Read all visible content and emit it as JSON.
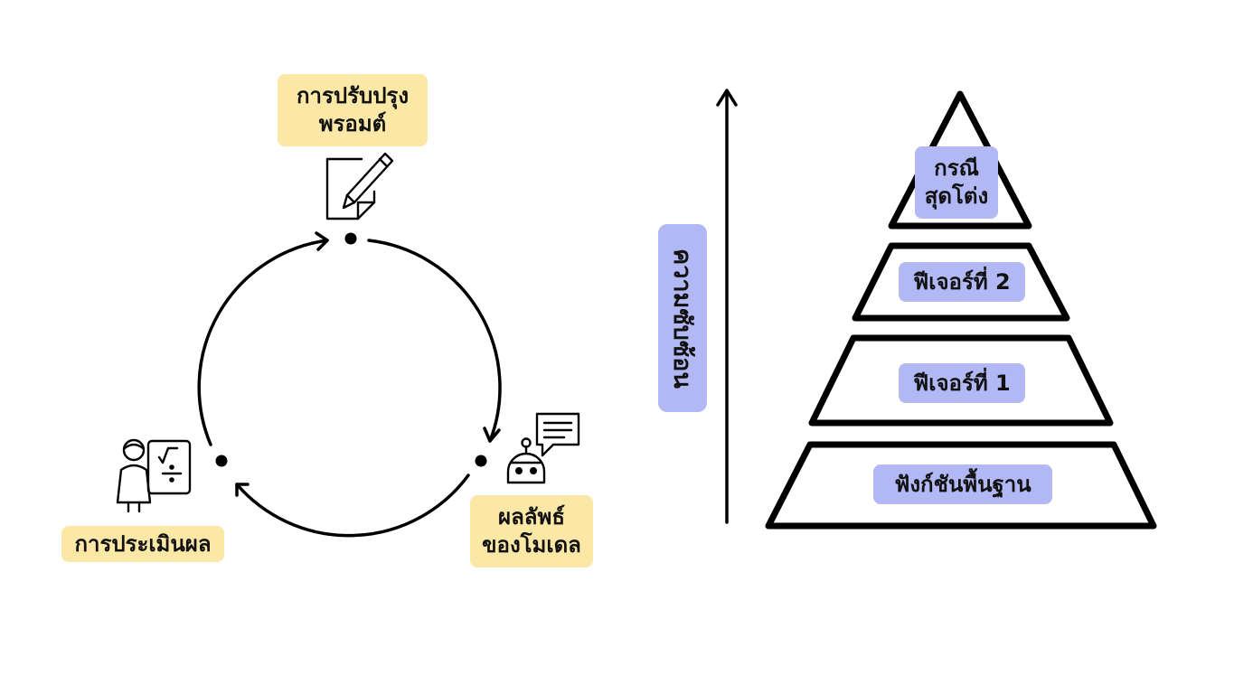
{
  "cycle": {
    "prompt_refinement": "การปรับปรุง\nพรอมต์",
    "model_output": "ผลลัพธ์\nของโมเดล",
    "evaluation": "การประเมินผล",
    "icons": [
      "document-pen-icon",
      "robot-chat-icon",
      "teacher-board-icon"
    ]
  },
  "pyramid": {
    "axis_label": "ความซับซ้อน",
    "levels": [
      {
        "label": "กรณี\nสุดโต่ง"
      },
      {
        "label": "ฟีเจอร์ที่ 2"
      },
      {
        "label": "ฟีเจอร์ที่ 1"
      },
      {
        "label": "ฟังก์ชันพื้นฐาน"
      }
    ]
  },
  "colors": {
    "yellow_label": "#fbe7a6",
    "blue_label": "#b1b8f4",
    "stroke": "#000000"
  }
}
